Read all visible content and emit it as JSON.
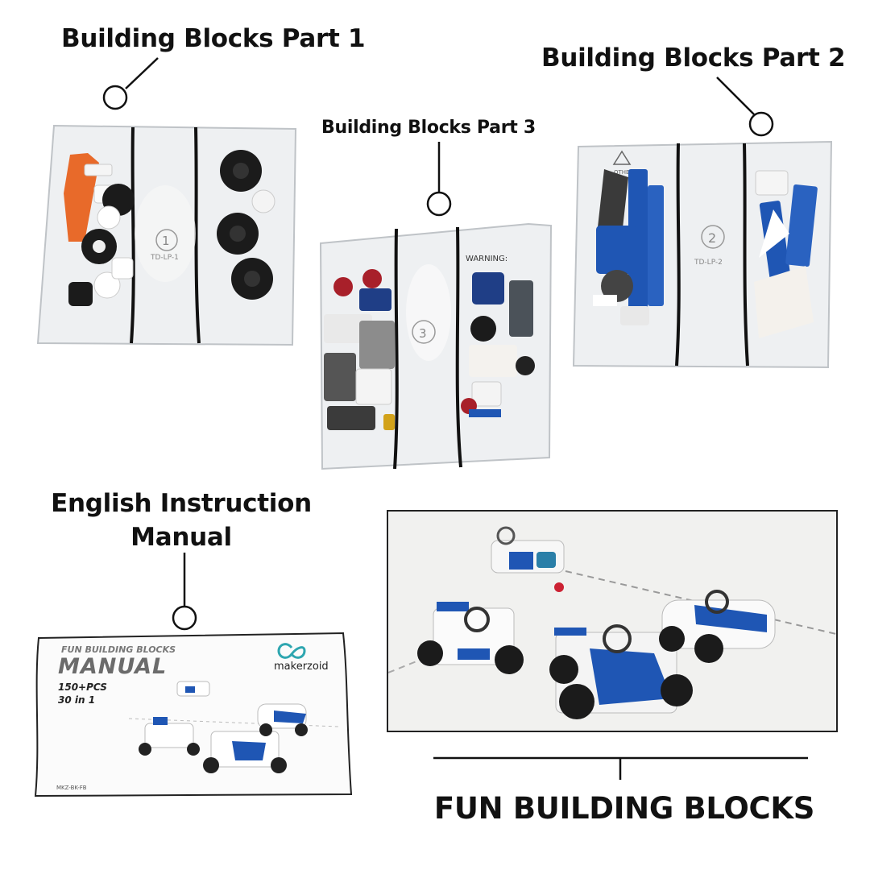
{
  "labels": {
    "part1": "Building Blocks Part 1",
    "part2": "Building Blocks Part 2",
    "part3": "Building Blocks Part 3",
    "manual": "English Instruction Manual",
    "product": "FUN BUILDING BLOCKS"
  },
  "manual_cover": {
    "subtitle": "FUN BUILDING BLOCKS",
    "title": "MANUAL",
    "pieces": "150+PCS",
    "models": "30 in 1",
    "brand": "makerzoid",
    "code": "MKZ-BK-FB"
  },
  "colors": {
    "brick_blue": "#1f56b4",
    "tire_black": "#1b1b1b",
    "accent_orange": "#e86a2a",
    "brick_red": "#a8202a"
  },
  "icons": [
    "recycle-icon",
    "infinity-logo-icon"
  ]
}
